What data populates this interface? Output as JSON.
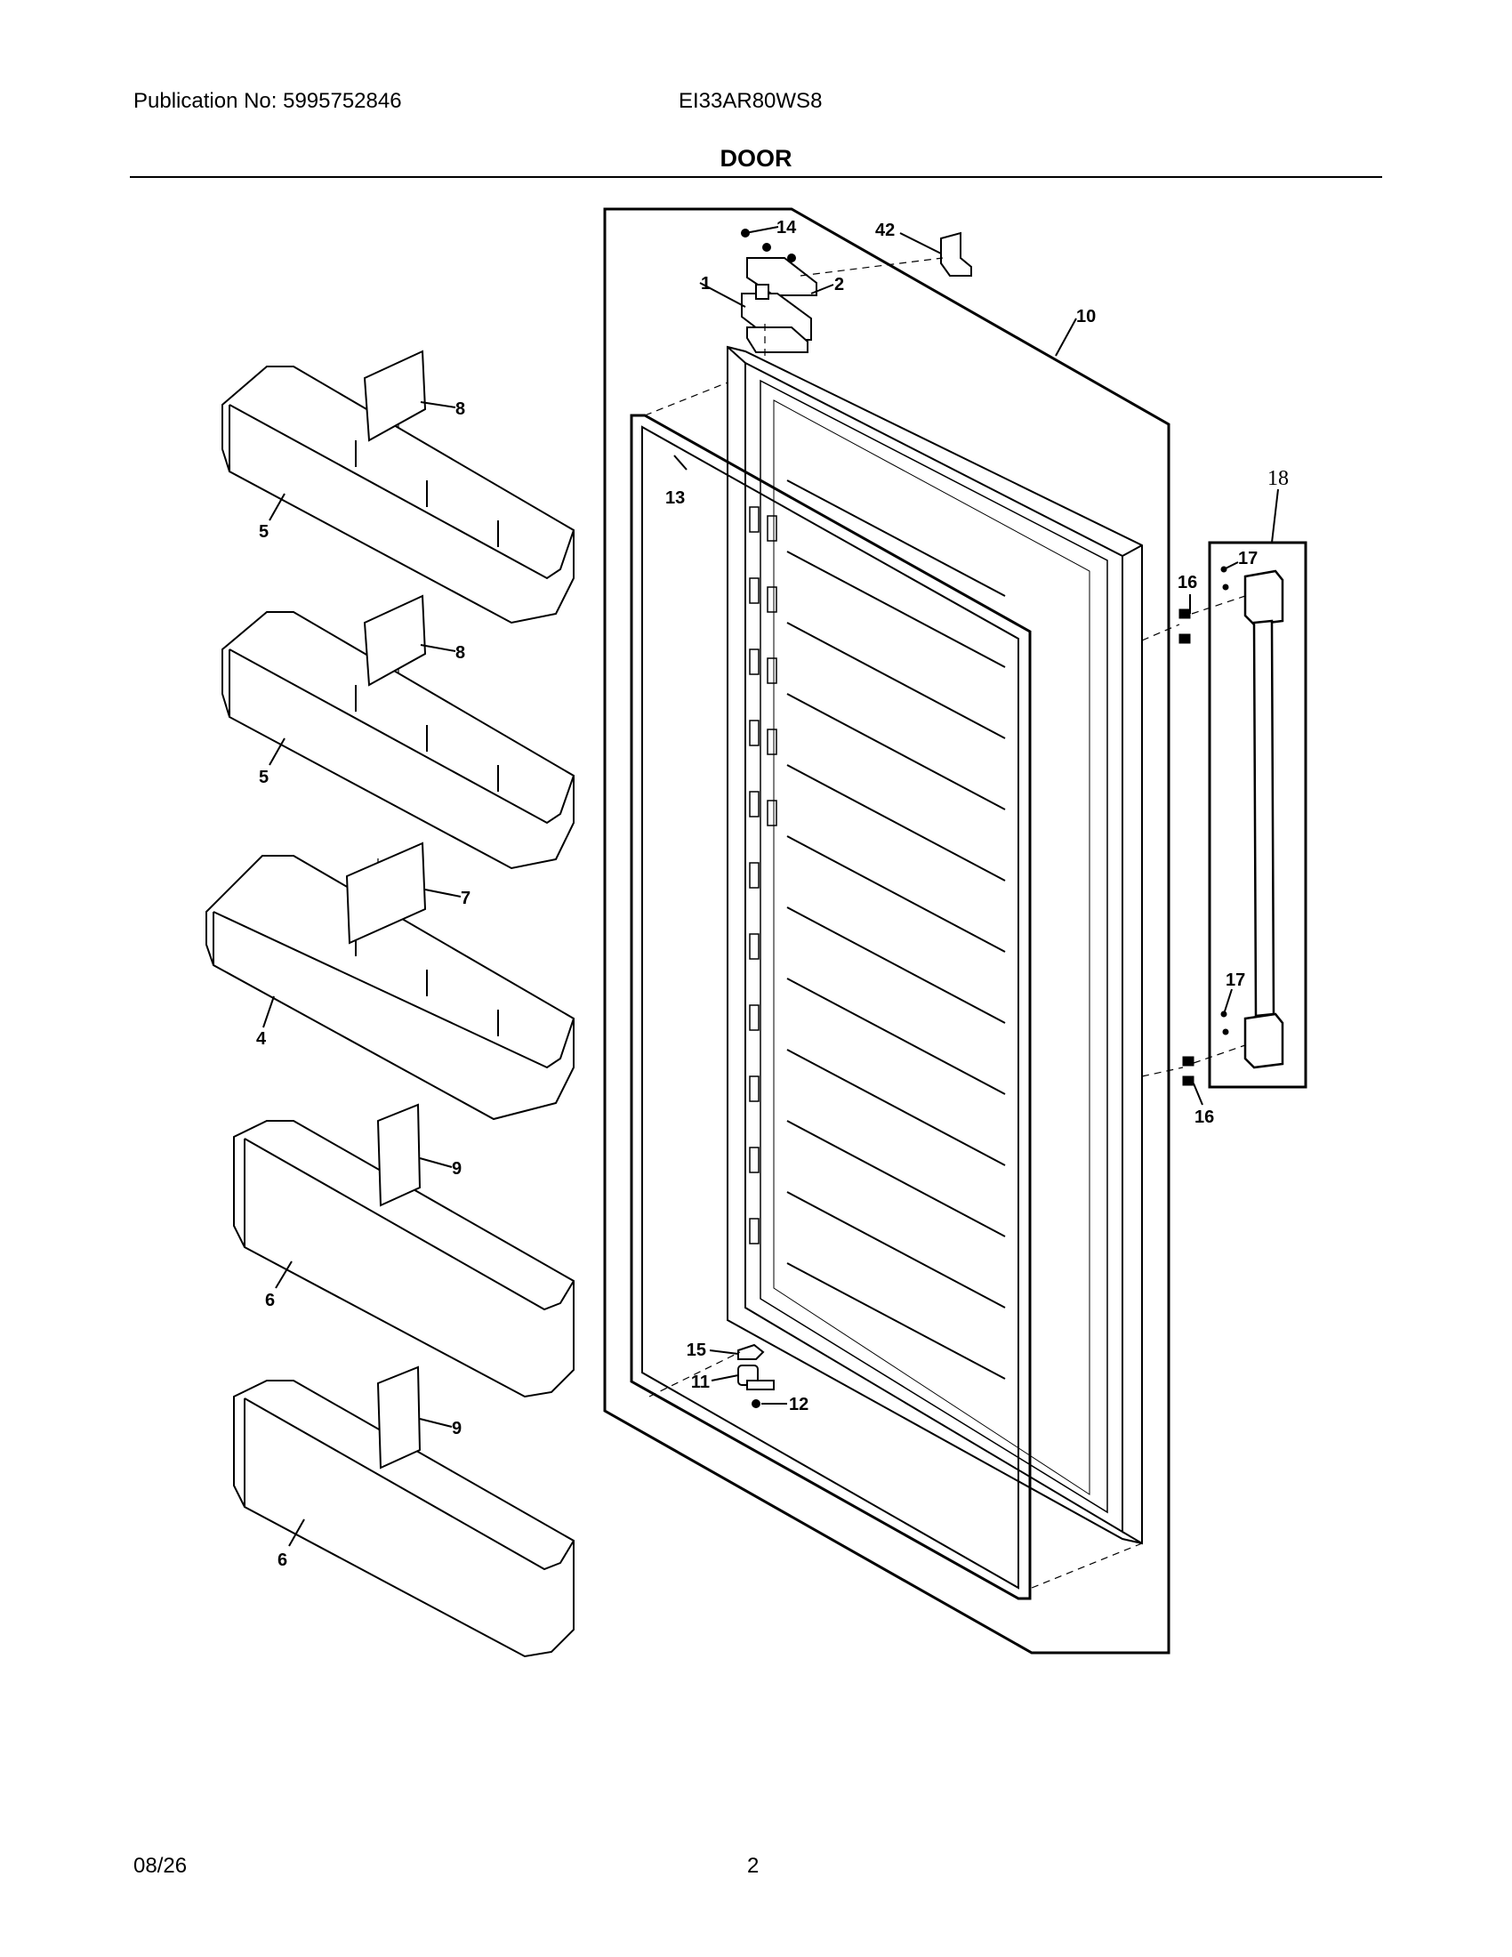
{
  "header": {
    "publication": "Publication No: 5995752846",
    "model": "EI33AR80WS8",
    "section_title": "DOOR"
  },
  "footer": {
    "date": "08/26",
    "page_number": "2"
  },
  "diagram": {
    "callouts": {
      "c1": "1",
      "c2": "2",
      "c4": "4",
      "c5a": "5",
      "c5b": "5",
      "c6a": "6",
      "c6b": "6",
      "c7": "7",
      "c8a": "8",
      "c8b": "8",
      "c9a": "9",
      "c9b": "9",
      "c10": "10",
      "c11": "11",
      "c12": "12",
      "c13": "13",
      "c14": "14",
      "c15": "15",
      "c16a": "16",
      "c16b": "16",
      "c17a": "17",
      "c17b": "17",
      "c18": "18",
      "c42": "42"
    }
  }
}
